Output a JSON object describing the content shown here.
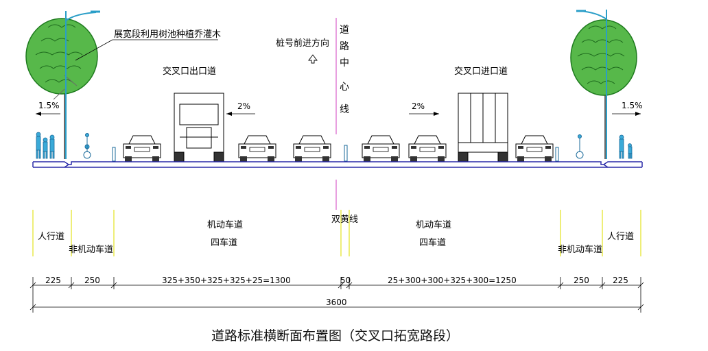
{
  "annotations": {
    "widening_note": "展宽段利用树池种植乔灌木",
    "station_direction": "桩号前进方向",
    "center_line_chars": [
      "道",
      "路",
      "中",
      "心",
      "线"
    ],
    "exit_lane": "交叉口出口道",
    "entry_lane": "交叉口进口道",
    "slope_left_outer": "1.5%",
    "slope_right_outer": "1.5%",
    "slope_left_lane": "2%",
    "slope_right_lane": "2%"
  },
  "zones": {
    "left_sidewalk": "人行道",
    "left_nonmotor": "非机动车道",
    "left_motor_1": "机动车道",
    "left_motor_2": "四车道",
    "double_yellow": "双黄线",
    "right_motor_1": "机动车道",
    "right_motor_2": "四车道",
    "right_nonmotor": "非机动车道",
    "right_sidewalk": "人行道"
  },
  "dimensions": {
    "d1": "225",
    "d2": "250",
    "d3": "325+350+325+325+25=1300",
    "d4": "50",
    "d5": "25+300+300+325+300=1250",
    "d6": "250",
    "d7": "225",
    "total": "3600"
  },
  "caption": "道路标准横断面布置图（交叉口拓宽路段）",
  "colors": {
    "pavement": "#2a2aa8",
    "tree": "#2e9e2e",
    "pole": "#2a9ec8",
    "yellow_line": "#e8e84a",
    "center_line": "#d040c0",
    "ink": "#000000"
  }
}
